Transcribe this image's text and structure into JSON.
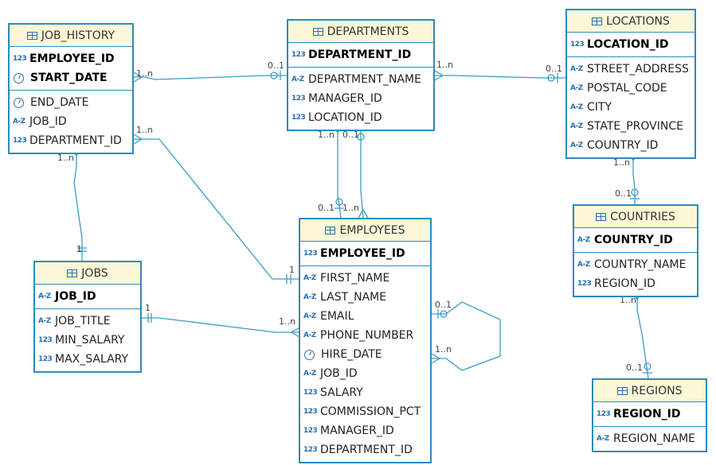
{
  "entities": {
    "job_history": {
      "title": "JOB_HISTORY",
      "pk": [
        {
          "type": "123",
          "name": "EMPLOYEE_ID"
        },
        {
          "type": "clock",
          "name": "START_DATE"
        }
      ],
      "cols": [
        {
          "type": "clock",
          "name": "END_DATE"
        },
        {
          "type": "A-Z",
          "name": "JOB_ID"
        },
        {
          "type": "123",
          "name": "DEPARTMENT_ID"
        }
      ]
    },
    "departments": {
      "title": "DEPARTMENTS",
      "pk": [
        {
          "type": "123",
          "name": "DEPARTMENT_ID"
        }
      ],
      "cols": [
        {
          "type": "A-Z",
          "name": "DEPARTMENT_NAME"
        },
        {
          "type": "123",
          "name": "MANAGER_ID"
        },
        {
          "type": "123",
          "name": "LOCATION_ID"
        }
      ]
    },
    "locations": {
      "title": "LOCATIONS",
      "pk": [
        {
          "type": "123",
          "name": "LOCATION_ID"
        }
      ],
      "cols": [
        {
          "type": "A-Z",
          "name": "STREET_ADDRESS"
        },
        {
          "type": "A-Z",
          "name": "POSTAL_CODE"
        },
        {
          "type": "A-Z",
          "name": "CITY"
        },
        {
          "type": "A-Z",
          "name": "STATE_PROVINCE"
        },
        {
          "type": "A-Z",
          "name": "COUNTRY_ID"
        }
      ]
    },
    "countries": {
      "title": "COUNTRIES",
      "pk": [
        {
          "type": "A-Z",
          "name": "COUNTRY_ID"
        }
      ],
      "cols": [
        {
          "type": "A-Z",
          "name": "COUNTRY_NAME"
        },
        {
          "type": "123",
          "name": "REGION_ID"
        }
      ]
    },
    "jobs": {
      "title": "JOBS",
      "pk": [
        {
          "type": "A-Z",
          "name": "JOB_ID"
        }
      ],
      "cols": [
        {
          "type": "A-Z",
          "name": "JOB_TITLE"
        },
        {
          "type": "123",
          "name": "MIN_SALARY"
        },
        {
          "type": "123",
          "name": "MAX_SALARY"
        }
      ]
    },
    "employees": {
      "title": "EMPLOYEES",
      "pk": [
        {
          "type": "123",
          "name": "EMPLOYEE_ID"
        }
      ],
      "cols": [
        {
          "type": "A-Z",
          "name": "FIRST_NAME"
        },
        {
          "type": "A-Z",
          "name": "LAST_NAME"
        },
        {
          "type": "A-Z",
          "name": "EMAIL"
        },
        {
          "type": "A-Z",
          "name": "PHONE_NUMBER"
        },
        {
          "type": "clock",
          "name": "HIRE_DATE"
        },
        {
          "type": "A-Z",
          "name": "JOB_ID"
        },
        {
          "type": "123",
          "name": "SALARY"
        },
        {
          "type": "123",
          "name": "COMMISSION_PCT"
        },
        {
          "type": "123",
          "name": "MANAGER_ID"
        },
        {
          "type": "123",
          "name": "DEPARTMENT_ID"
        }
      ]
    },
    "regions": {
      "title": "REGIONS",
      "pk": [
        {
          "type": "123",
          "name": "REGION_ID"
        }
      ],
      "cols": [
        {
          "type": "A-Z",
          "name": "REGION_NAME"
        }
      ]
    }
  },
  "cardinalities": {
    "jh_dept_many": "1..n",
    "dept_jh_opt": "0..1",
    "dept_loc_many": "1..n",
    "loc_dept_opt": "0..1",
    "jh_emp_many": "1..n",
    "emp_jh_one": "1",
    "jh_job_many": "1..n",
    "job_jh_one": "1",
    "loc_cty_many": "1..n",
    "cty_loc_opt": "0..1",
    "dept_emp_many": "1..n",
    "dept_emp_opt": "0..1",
    "emp_dept_opt": "0..1",
    "emp_dept_many": "1..n",
    "job_emp_one": "1",
    "emp_job_many": "1..n",
    "emp_self_opt": "0..1",
    "emp_self_many": "1..n",
    "cty_reg_many": "1..n",
    "reg_cty_opt": "0..1"
  },
  "colors": {
    "border": "#2a8bbf",
    "header": "#fbf7d7",
    "line": "#3a9cc9"
  }
}
